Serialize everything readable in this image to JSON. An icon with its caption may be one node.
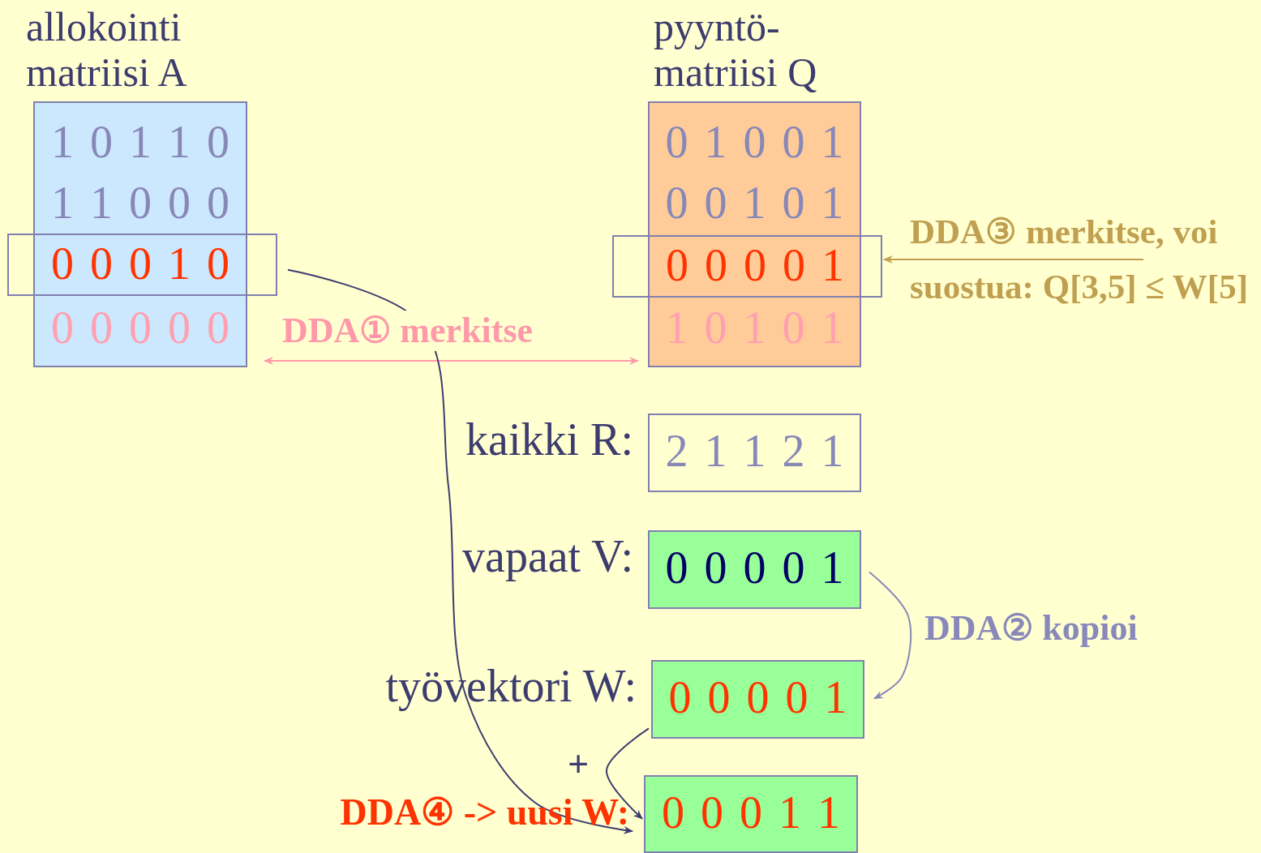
{
  "diagram": {
    "nodes": [
      {
        "text": [
          "allokointi matriisi A",
          "1 0 1 1 0",
          "1 1 0 0 0",
          "0 0 0 0 0"
        ]
      },
      {
        "text": [
          "0 0 0 1 0"
        ]
      },
      {
        "text": [
          "pyyntö- matriisi Q",
          "0 1 0 0 1",
          "0 0 1 0 1",
          "1 0 1 0 1"
        ]
      },
      {
        "text": [
          "0 0 0 0 1"
        ]
      },
      {
        "text": [
          "2 1 1 2 1"
        ],
        "beside": [
          "kaikki R:"
        ]
      },
      {
        "text": [
          "0 0 0 0 1"
        ],
        "beside": [
          "vapaat V:"
        ]
      },
      {
        "text": [
          "0 0 0 0 1"
        ],
        "beside": [
          "työvektori W:"
        ]
      },
      {
        "text": [
          "0 0 0 1 1"
        ],
        "beside": [
          "DDA④ -> uusi W:"
        ]
      },
      {
        "text": [
          "DDA③ merkitse, voi suostua: Q[3,5] ≤ W[5]"
        ]
      }
    ],
    "edges": [
      {
        "from": 0,
        "to": 2,
        "arrow": "both",
        "label": "DDA① merkitse",
        "color": "#ff99aa"
      },
      {
        "from": 1,
        "to": 7,
        "arrow": "to"
      },
      {
        "from": 5,
        "to": 6,
        "arrow": "to",
        "label": "DDA② kopioi",
        "color": "#8888bb"
      },
      {
        "from": 6,
        "to": 7,
        "arrow": "to"
      },
      {
        "from": 8,
        "to": 3,
        "arrow": "to",
        "color": "#c0a050"
      }
    ],
    "labels": [
      "+"
    ]
  }
}
